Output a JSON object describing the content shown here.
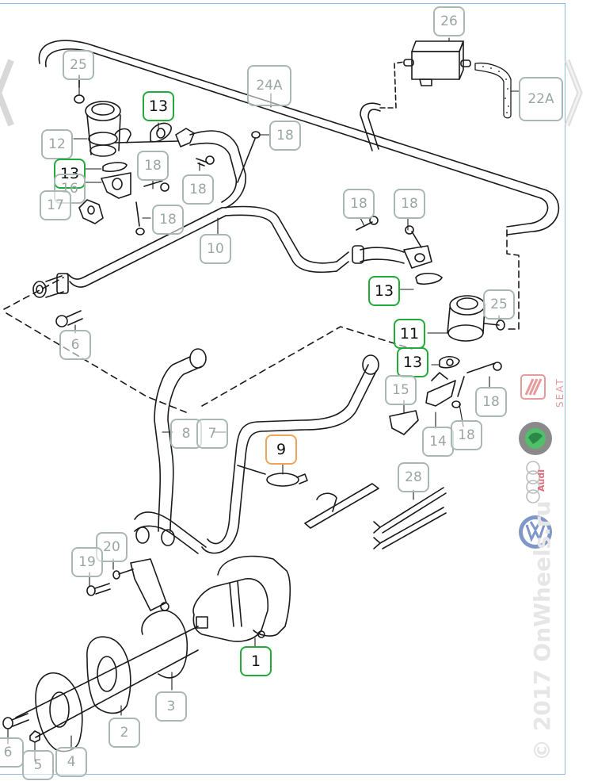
{
  "diagram": {
    "title": "Secondary air system parts diagram",
    "colors": {
      "callout_border": "#a9b8b4",
      "callout_text": "#9aa6a3",
      "highlight_green": "#22aa3a",
      "highlight_orange": "#f0a45a",
      "frame_border": "#8fb8d8",
      "line": "#1a1a1a"
    },
    "callouts": [
      {
        "id": "c26",
        "label": "26",
        "state": "normal"
      },
      {
        "id": "c25a",
        "label": "25",
        "state": "normal"
      },
      {
        "id": "c24a",
        "label": "24A",
        "state": "normal"
      },
      {
        "id": "c22a",
        "label": "22A",
        "state": "normal"
      },
      {
        "id": "c13a",
        "label": "13",
        "state": "highlight-green"
      },
      {
        "id": "c12",
        "label": "12",
        "state": "normal"
      },
      {
        "id": "c18a",
        "label": "18",
        "state": "normal"
      },
      {
        "id": "c13b",
        "label": "13",
        "state": "highlight-green"
      },
      {
        "id": "c16",
        "label": "16",
        "state": "normal"
      },
      {
        "id": "c18b",
        "label": "18",
        "state": "normal"
      },
      {
        "id": "c18c",
        "label": "18",
        "state": "normal"
      },
      {
        "id": "c17",
        "label": "17",
        "state": "normal"
      },
      {
        "id": "c18d",
        "label": "18",
        "state": "normal"
      },
      {
        "id": "c10",
        "label": "10",
        "state": "normal"
      },
      {
        "id": "c18e",
        "label": "18",
        "state": "normal"
      },
      {
        "id": "c18f",
        "label": "18",
        "state": "normal"
      },
      {
        "id": "c13c",
        "label": "13",
        "state": "highlight-green"
      },
      {
        "id": "c25b",
        "label": "25",
        "state": "normal"
      },
      {
        "id": "c6a",
        "label": "6",
        "state": "normal"
      },
      {
        "id": "c11",
        "label": "11",
        "state": "highlight-green"
      },
      {
        "id": "c13d",
        "label": "13",
        "state": "highlight-green"
      },
      {
        "id": "c15",
        "label": "15",
        "state": "normal"
      },
      {
        "id": "c18g",
        "label": "18",
        "state": "normal"
      },
      {
        "id": "c8",
        "label": "8",
        "state": "normal"
      },
      {
        "id": "c7",
        "label": "7",
        "state": "normal"
      },
      {
        "id": "c14",
        "label": "14",
        "state": "normal"
      },
      {
        "id": "c18h",
        "label": "18",
        "state": "normal"
      },
      {
        "id": "c9",
        "label": "9",
        "state": "highlight-orange"
      },
      {
        "id": "c28",
        "label": "28",
        "state": "normal"
      },
      {
        "id": "c20",
        "label": "20",
        "state": "normal"
      },
      {
        "id": "c19",
        "label": "19",
        "state": "normal"
      },
      {
        "id": "c1",
        "label": "1",
        "state": "highlight-green"
      },
      {
        "id": "c3",
        "label": "3",
        "state": "normal"
      },
      {
        "id": "c2",
        "label": "2",
        "state": "normal"
      },
      {
        "id": "c6b",
        "label": "6",
        "state": "normal"
      },
      {
        "id": "c5",
        "label": "5",
        "state": "normal"
      },
      {
        "id": "c4",
        "label": "4",
        "state": "normal"
      }
    ]
  },
  "navigation": {
    "prev_icon": "chevron-left-icon",
    "next_icon": "chevron-right-icon"
  },
  "branding": {
    "brands": [
      "SEAT",
      "SKODA AUTO",
      "Audi",
      "VW"
    ],
    "seat_text": "SEAT",
    "watermark": "© 2017 OnWheels.ru"
  }
}
